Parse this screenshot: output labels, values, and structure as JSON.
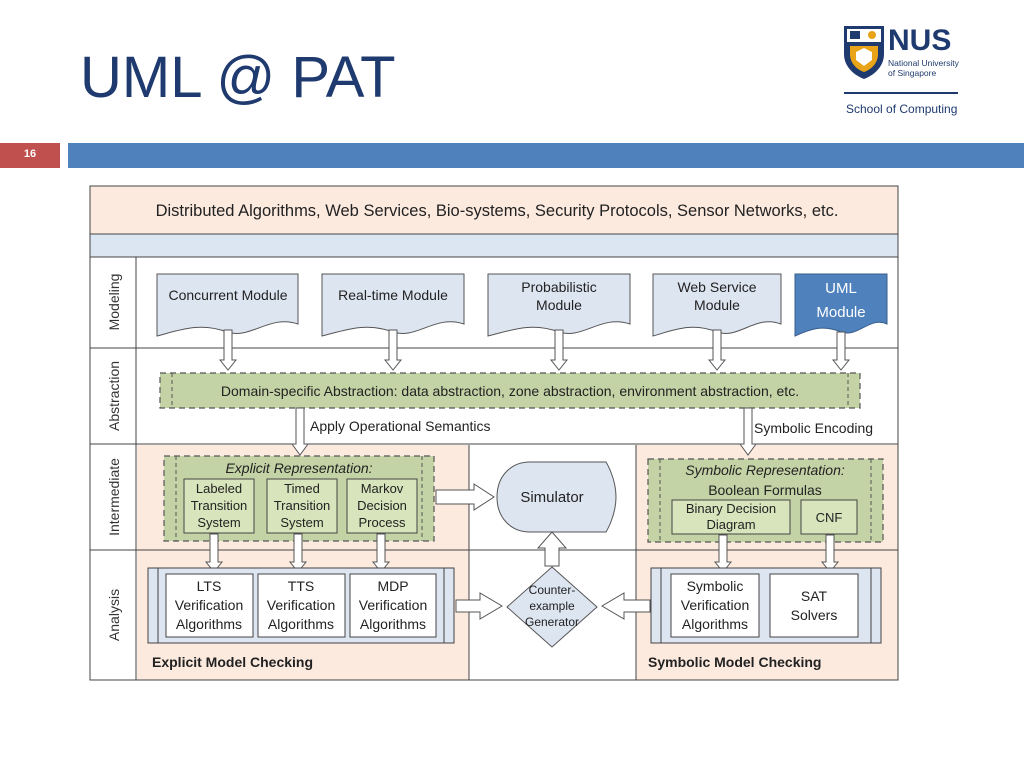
{
  "slide": {
    "title": "UML @ PAT",
    "number": "16"
  },
  "logo": {
    "name": "NUS",
    "subtitle_line1": "National University",
    "subtitle_line2": "of Singapore",
    "school": "School of Computing"
  },
  "diagram": {
    "domains_text": "Distributed Algorithms, Web Services, Bio-systems, Security Protocols, Sensor Networks, etc.",
    "layers": {
      "modeling": "Modeling",
      "abstraction": "Abstraction",
      "intermediate": "Intermediate",
      "analysis": "Analysis"
    },
    "modules": {
      "concurrent": "Concurrent Module",
      "realtime": "Real-time Module",
      "probabilistic_l1": "Probabilistic",
      "probabilistic_l2": "Module",
      "webservice_l1": "Web Service",
      "webservice_l2": "Module",
      "uml_l1": "UML",
      "uml_l2": "Module"
    },
    "abstraction_text": "Domain-specific Abstraction: data abstraction, zone abstraction, environment abstraction, etc.",
    "apply_semantics": "Apply Operational Semantics",
    "symbolic_encoding": "Symbolic Encoding",
    "explicit": {
      "title": "Explicit Representation:",
      "lts": [
        "Labeled",
        "Transition",
        "System"
      ],
      "tts": [
        "Timed",
        "Transition",
        "System"
      ],
      "mdp": [
        "Markov",
        "Decision",
        "Process"
      ]
    },
    "simulator": "Simulator",
    "symbolic": {
      "title": "Symbolic Representation:",
      "subtitle": "Boolean Formulas",
      "bdd": [
        "Binary Decision",
        "Diagram"
      ],
      "cnf": "CNF"
    },
    "analysis": {
      "lts": [
        "LTS",
        "Verification",
        "Algorithms"
      ],
      "tts": [
        "TTS",
        "Verification",
        "Algorithms"
      ],
      "mdp": [
        "MDP",
        "Verification",
        "Algorithms"
      ],
      "counter": [
        "Counter-",
        "example",
        "Generator"
      ],
      "symbolic_alg": [
        "Symbolic",
        "Verification",
        "Algorithms"
      ],
      "sat": [
        "SAT",
        "Solvers"
      ],
      "explicit_mc": "Explicit Model Checking",
      "symbolic_mc": "Symbolic Model Checking"
    }
  },
  "colors": {
    "title_blue": "#1f3a6e",
    "slide_red": "#c0504d",
    "slide_blue": "#4f81bd",
    "peach": "#fdeadf",
    "light_blue": "#dce6f2",
    "module_fill": "#dde5f1",
    "uml_fill": "#4f81bd",
    "green_fill": "#c4d3a6",
    "green_box": "#d8e4bc"
  }
}
